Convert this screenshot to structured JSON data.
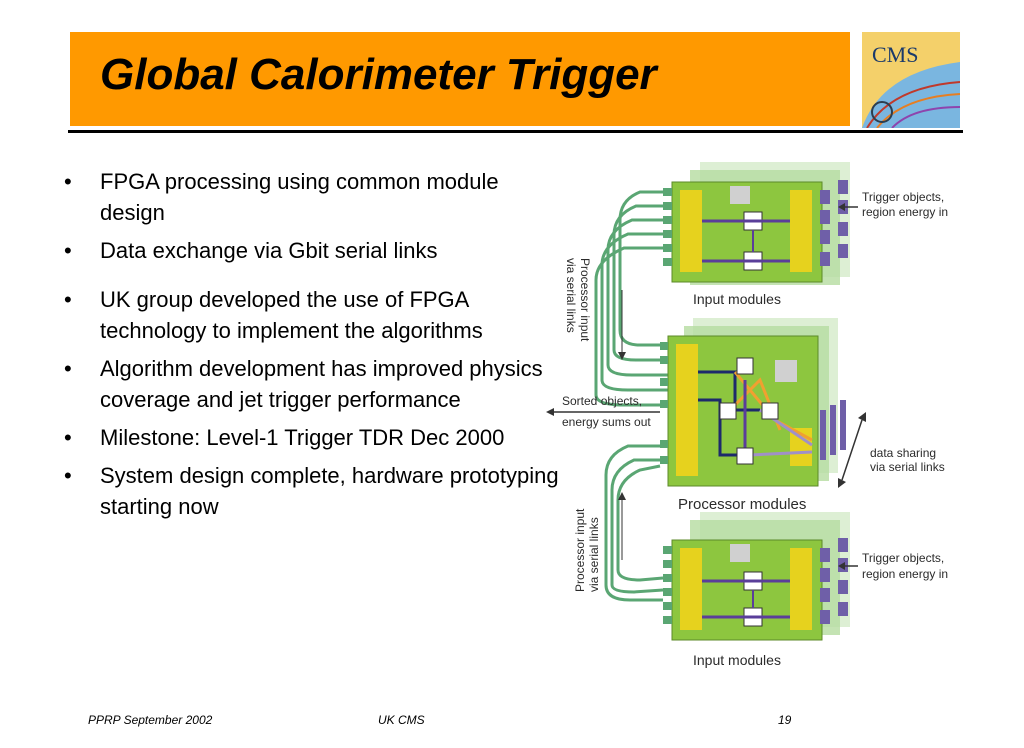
{
  "slide": {
    "title": "Global Calorimeter Trigger",
    "logo_text": "CMS",
    "bullets": [
      "FPGA processing using common module design",
      "Data exchange via Gbit serial links",
      "UK group developed the use of FPGA technology to implement the algorithms",
      "Algorithm development has improved physics coverage and jet trigger performance",
      "Milestone: Level-1 Trigger TDR Dec 2000",
      "System design complete, hardware prototyping starting now"
    ]
  },
  "diagram": {
    "input_modules_top": "Input modules",
    "processor_modules": "Processor modules",
    "input_modules_bottom": "Input modules",
    "trigger_objects_top": [
      "Trigger objects,",
      "region energy in"
    ],
    "trigger_objects_bottom": [
      "Trigger objects,",
      "region energy in"
    ],
    "processor_input_top": [
      "Processor input",
      "via serial links"
    ],
    "processor_input_bottom": [
      "Processor input",
      "via serial links"
    ],
    "sorted_objects": [
      "Sorted objects,",
      "energy sums out"
    ],
    "data_sharing": [
      "data sharing",
      "via serial links"
    ]
  },
  "footer": {
    "left": "PPRP September 2002",
    "center": "UK CMS",
    "page": "19"
  },
  "colors": {
    "title_bar": "#ff9900",
    "board": "#8dc63f",
    "chip": "#e6d21e",
    "connector": "#6f5fa8",
    "link": "#5aa673"
  }
}
